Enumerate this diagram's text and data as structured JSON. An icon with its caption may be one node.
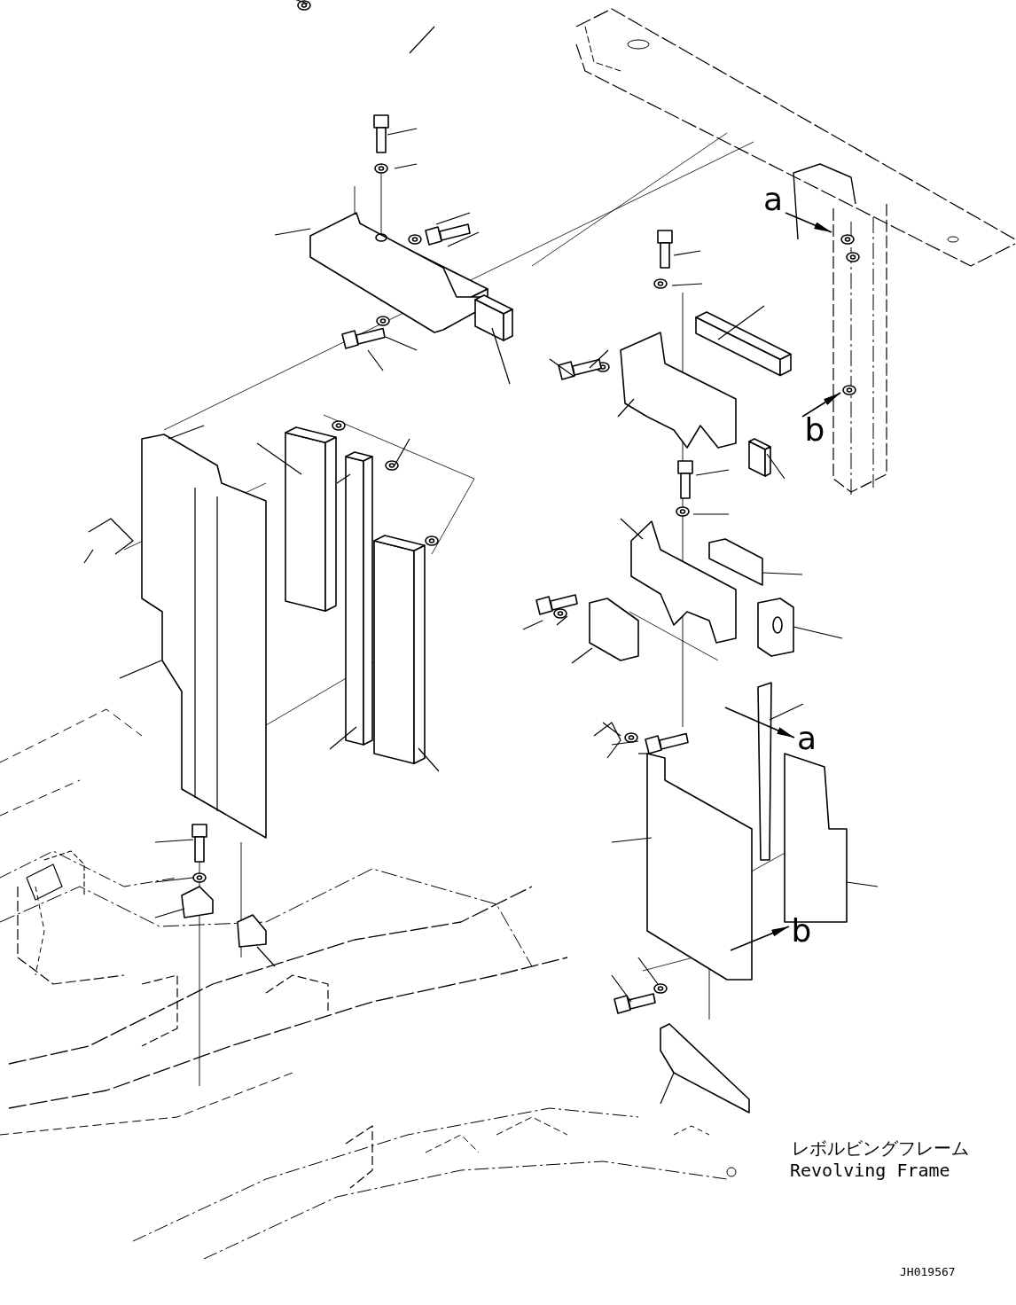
{
  "diagram": {
    "nodes": [
      {
        "text": [
          "a"
        ]
      },
      {
        "text": [
          "b"
        ]
      },
      {
        "text": [
          "a"
        ]
      },
      {
        "text": [
          "b"
        ]
      }
    ],
    "edges": [
      {
        "from": 0,
        "to": null,
        "arrow": "to"
      },
      {
        "from": 1,
        "to": null,
        "arrow": "to"
      },
      {
        "from": null,
        "to": 2,
        "arrow": "to"
      },
      {
        "from": null,
        "to": 3,
        "arrow": "to"
      }
    ],
    "labels": [
      "レボルビングフレーム",
      "Revolving Frame",
      "JH019567"
    ]
  }
}
